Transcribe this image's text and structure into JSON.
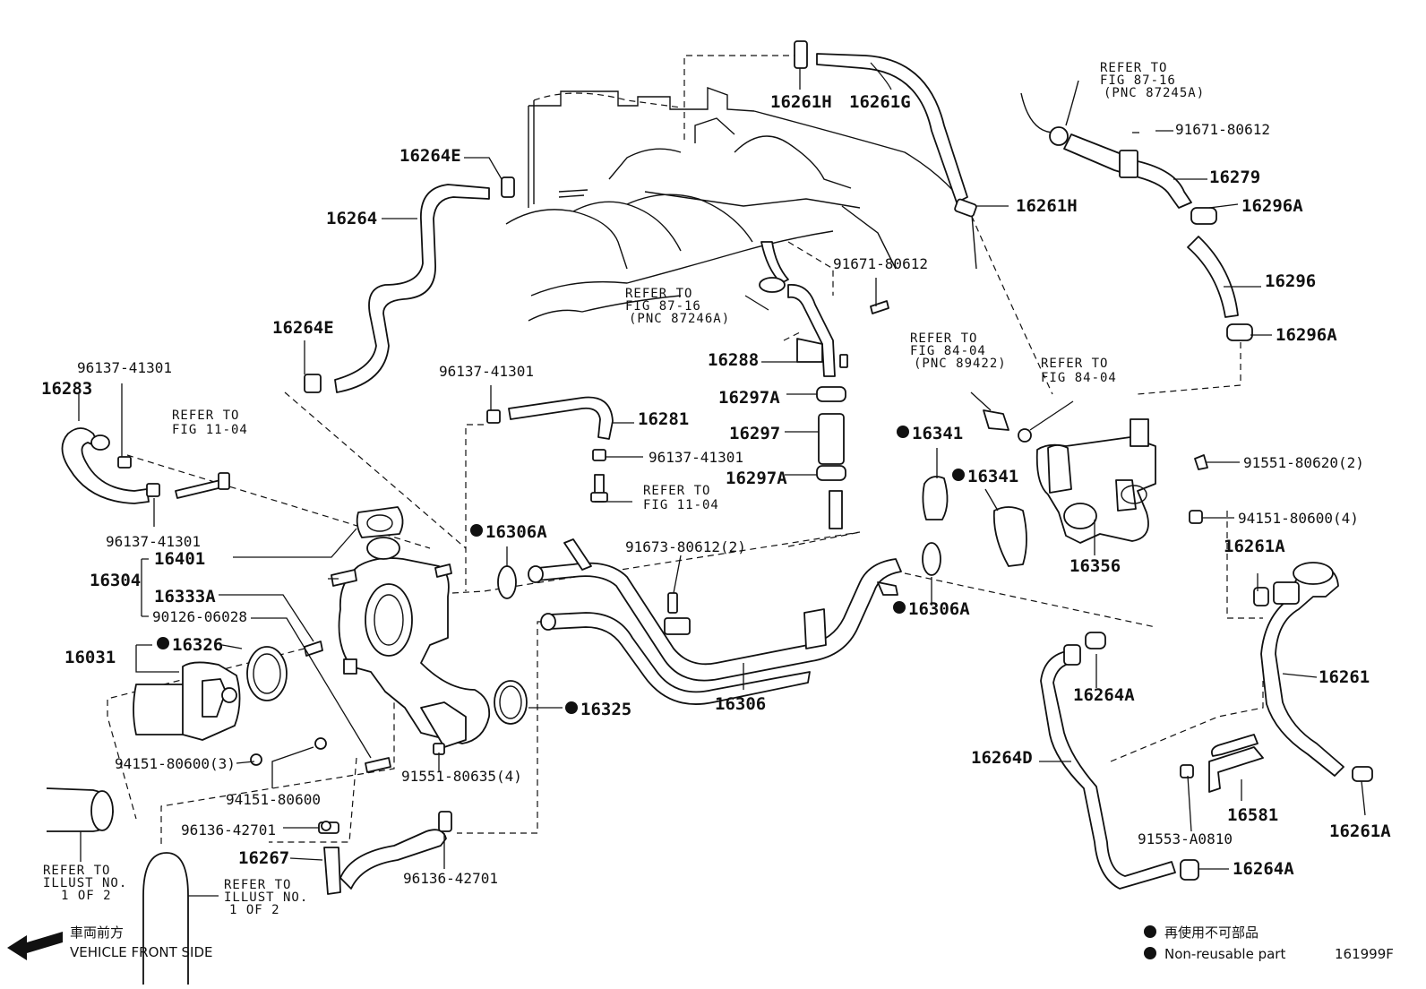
{
  "labels": {
    "l16261H_a": "16261H",
    "l16261G": "16261G",
    "l16264E_a": "16264E",
    "l16264": "16264",
    "l16264E_b": "16264E",
    "l16261H_b": "16261H",
    "l16279": "16279",
    "l16296A_a": "16296A",
    "l16296": "16296",
    "l16296A_b": "16296A",
    "l16283": "16283",
    "l16281": "16281",
    "l16288": "16288",
    "l16297A_a": "16297A",
    "l16297": "16297",
    "l16297A_b": "16297A",
    "l16341_a": "16341",
    "l16341_b": "16341",
    "l16306A_a": "16306A",
    "l16306A_b": "16306A",
    "l16304": "16304",
    "l16401": "16401",
    "l16333A": "16333A",
    "l16031": "16031",
    "l16326": "16326",
    "l16306": "16306",
    "l16325": "16325",
    "l16356": "16356",
    "l16261A_a": "16261A",
    "l16261": "16261",
    "l16261A_b": "16261A",
    "l16264A_a": "16264A",
    "l16264D": "16264D",
    "l16581": "16581",
    "l16264A_b": "16264A",
    "l16267": "16267"
  },
  "small_labels": {
    "s91671_a": "91671-80612",
    "s91671_b": "91671-80612",
    "s96137_a": "96137-41301",
    "s96137_b": "96137-41301",
    "s96137_c": "96137-41301",
    "s96137_d": "96137-41301",
    "s91673": "91673-80612(2)",
    "s91551_a": "91551-80620(2)",
    "s94151_a": "94151-80600(4)",
    "s90126": "90126-06028",
    "s94151_b": "94151-80600(3)",
    "s94151_c": "94151-80600",
    "s91551_b": "91551-80635(4)",
    "s96136_a": "96136-42701",
    "s96136_b": "96136-42701",
    "s91553": "91553-A0810"
  },
  "refs": {
    "r1": [
      "REFER TO",
      "FIG 87-16",
      "(PNC 87245A)"
    ],
    "r2": [
      "REFER TO",
      "FIG 87-16",
      "(PNC 87246A)"
    ],
    "r3": [
      "REFER TO",
      "FIG 11-04"
    ],
    "r4": [
      "REFER TO",
      "FIG 11-04"
    ],
    "r5": [
      "REFER TO",
      "FIG 84-04",
      "(PNC 89422)"
    ],
    "r6": [
      "REFER TO",
      "FIG 84-04"
    ],
    "r7": [
      "REFER TO",
      "ILLUST NO.",
      "1 OF 2"
    ],
    "r8": [
      "REFER TO",
      "ILLUST NO.",
      "1 OF 2"
    ]
  },
  "legend": {
    "jp": "再使用不可部品",
    "en": "Non-reusable part"
  },
  "front": {
    "jp": "車両前方",
    "en": "VEHICLE FRONT SIDE"
  },
  "figure_id": "161999F"
}
